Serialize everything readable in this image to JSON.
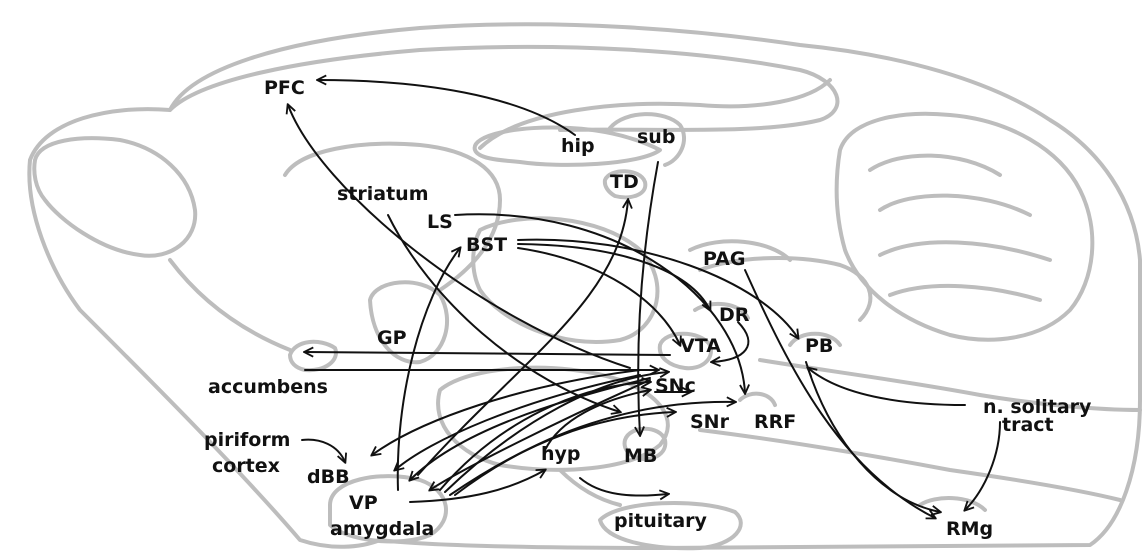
{
  "labels": {
    "pfc": "PFC",
    "hip": "hip",
    "sub": "sub",
    "td": "TD",
    "striatum": "striatum",
    "ls": "LS",
    "bst": "BST",
    "pag": "PAG",
    "gp": "GP",
    "dr": "DR",
    "vta": "VTA",
    "pb": "PB",
    "accumbens": "accumbens",
    "snc": "SNc",
    "snr": "SNr",
    "rrf": "RRF",
    "piriform": "piriform",
    "cortex": "cortex",
    "dbb": "dBB",
    "hyp": "hyp",
    "mb": "MB",
    "vp": "VP",
    "amygdala": "amygdala",
    "pituitary": "pituitary",
    "n_solitary": "n. solitary",
    "tract": "tract",
    "rmg": "RMg"
  }
}
